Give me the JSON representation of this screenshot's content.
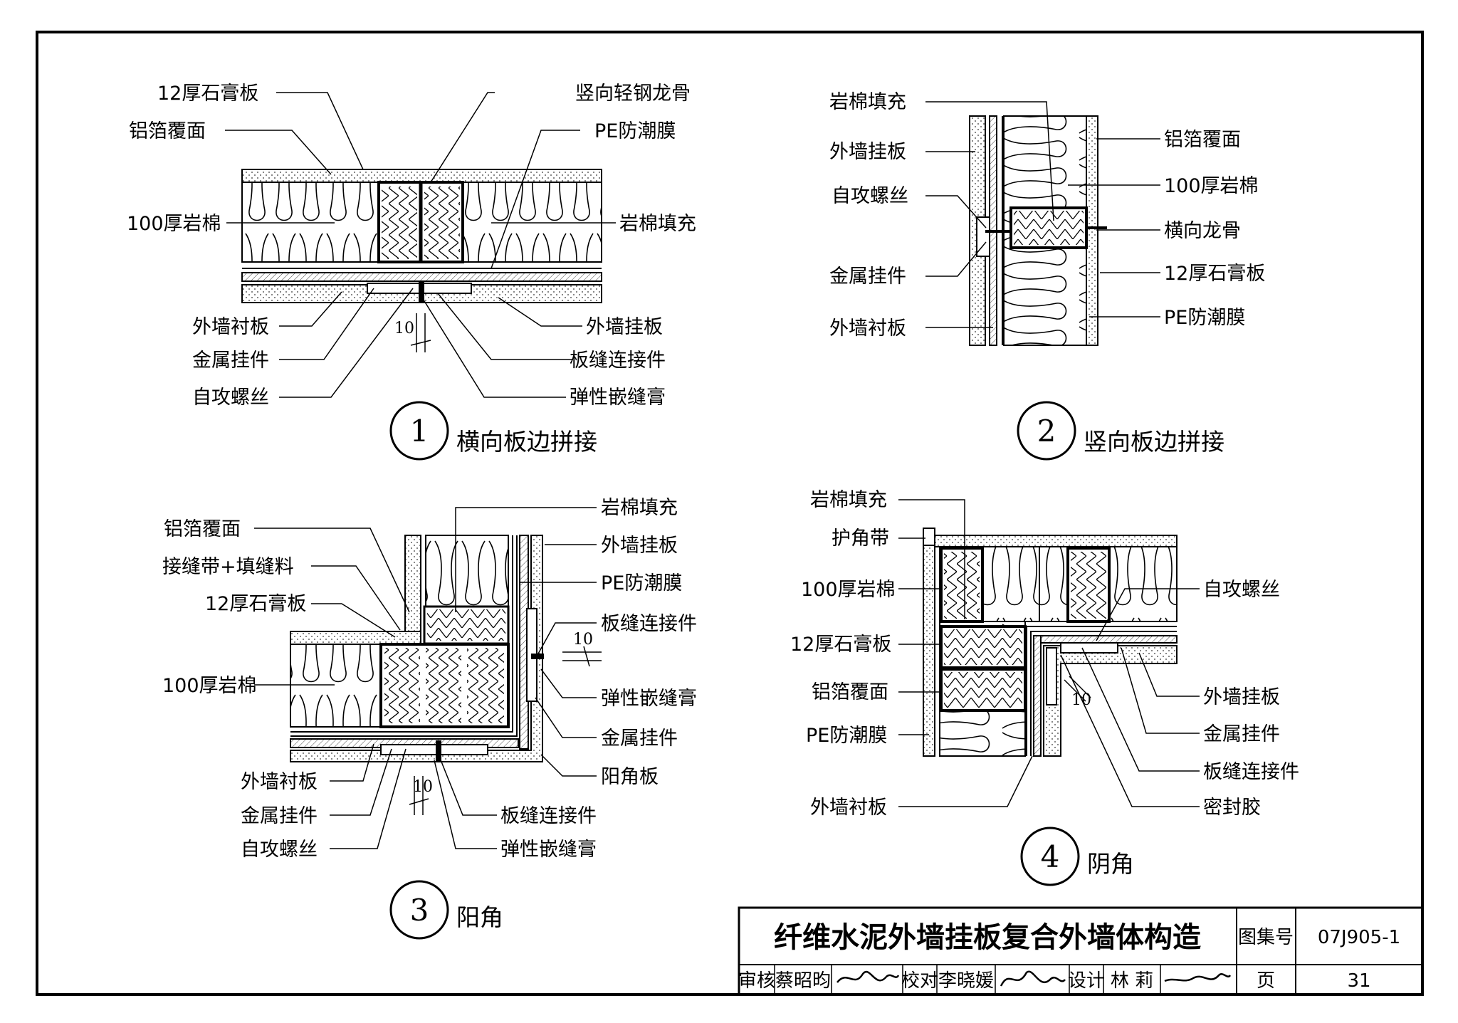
{
  "detail1": {
    "number": "1",
    "title": "横向板边拼接",
    "labels": {
      "gypsum": "12厚石膏板",
      "steel_stud": "竖向轻钢龙骨",
      "foil": "铝箔覆面",
      "pe": "PE防潮膜",
      "wool100": "100厚岩棉",
      "wool_fill": "岩棉填充",
      "lining": "外墙衬板",
      "panel": "外墙挂板",
      "clip": "金属挂件",
      "connector": "板缝连接件",
      "screw": "自攻螺丝",
      "sealant": "弹性嵌缝膏"
    },
    "dim": "10"
  },
  "detail2": {
    "number": "2",
    "title": "竖向板边拼接",
    "labels": {
      "wool_fill": "岩棉填充",
      "foil": "铝箔覆面",
      "panel": "外墙挂板",
      "wool100": "100厚岩棉",
      "screw": "自攻螺丝",
      "h_keel": "横向龙骨",
      "clip": "金属挂件",
      "gypsum": "12厚石膏板",
      "lining": "外墙衬板",
      "pe": "PE防潮膜"
    }
  },
  "detail3": {
    "number": "3",
    "title": "阳角",
    "labels": {
      "wool_fill": "岩棉填充",
      "foil": "铝箔覆面",
      "panel": "外墙挂板",
      "tape": "接缝带+填缝料",
      "pe": "PE防潮膜",
      "gypsum": "12厚石膏板",
      "connector": "板缝连接件",
      "wool100": "100厚岩棉",
      "sealant": "弹性嵌缝膏",
      "clip": "金属挂件",
      "corner": "阳角板",
      "lining": "外墙衬板",
      "clip2": "金属挂件",
      "connector2": "板缝连接件",
      "screw": "自攻螺丝",
      "sealant2": "弹性嵌缝膏"
    },
    "dim1": "10",
    "dim2": "10"
  },
  "detail4": {
    "number": "4",
    "title": "阴角",
    "labels": {
      "wool_fill": "岩棉填充",
      "corner_bead": "护角带",
      "wool100": "100厚岩棉",
      "screw": "自攻螺丝",
      "gypsum": "12厚石膏板",
      "foil": "铝箔覆面",
      "panel": "外墙挂板",
      "pe": "PE防潮膜",
      "clip": "金属挂件",
      "connector": "板缝连接件",
      "lining": "外墙衬板",
      "seal": "密封胶"
    },
    "dim": "10"
  },
  "titleblock": {
    "title": "纤维水泥外墙挂板复合外墙体构造",
    "atlas_label": "图集号",
    "atlas_no": "07J905-1",
    "review": "审核",
    "reviewer": "蔡昭昀",
    "check": "校对",
    "checker": "李晓媛",
    "design": "设计",
    "designer": "林  莉",
    "page_label": "页",
    "page_no": "31"
  }
}
